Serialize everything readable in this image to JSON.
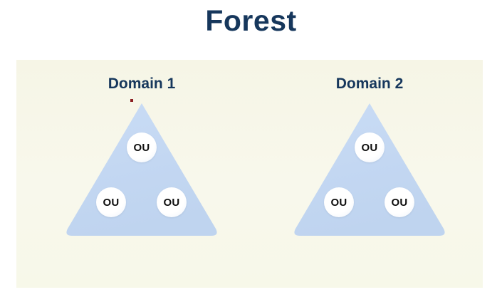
{
  "slide": {
    "title": "Forest",
    "title_color": "#16375c",
    "panel_color": "#f7f7e9",
    "background_color": "#ffffff"
  },
  "diagram": {
    "type": "forest-domain-hierarchy",
    "triangle_fill": "#c3d7f2",
    "node_fill": "#ffffff",
    "node_label_color": "#0d0d0d",
    "domains": [
      {
        "label": "Domain 1",
        "has_apex_marker": true,
        "apex_marker_color": "#8c1f22",
        "ous": [
          {
            "label": "OU",
            "position": "top"
          },
          {
            "label": "OU",
            "position": "bottom-left"
          },
          {
            "label": "OU",
            "position": "bottom-right"
          }
        ]
      },
      {
        "label": "Domain 2",
        "has_apex_marker": false,
        "apex_marker_color": "#8c1f22",
        "ous": [
          {
            "label": "OU",
            "position": "top"
          },
          {
            "label": "OU",
            "position": "bottom-left"
          },
          {
            "label": "OU",
            "position": "bottom-right"
          }
        ]
      }
    ]
  }
}
